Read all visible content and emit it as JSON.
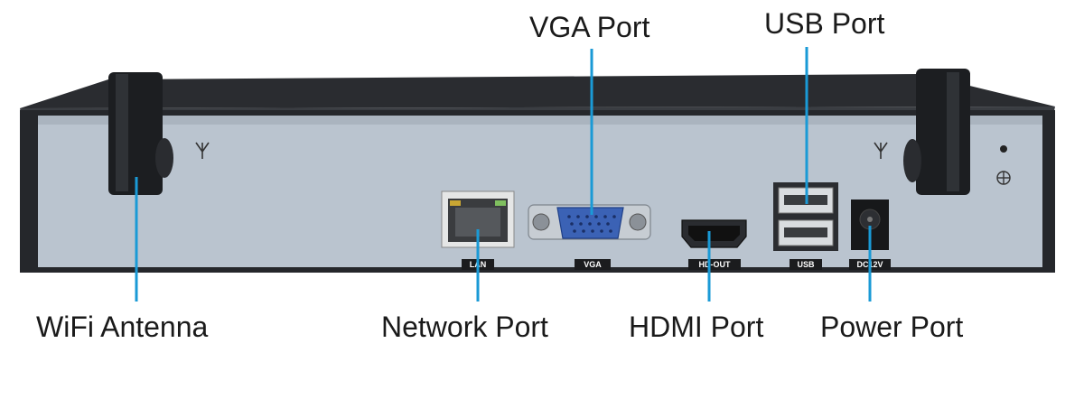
{
  "labels": {
    "vga": "VGA Port",
    "usb": "USB Port",
    "wifi": "WiFi Antenna",
    "network": "Network Port",
    "hdmi": "HDMI Port",
    "power": "Power Port"
  },
  "port_tags": {
    "lan": "LAN",
    "vga": "VGA",
    "hdmi": "HD-OUT",
    "usb": "USB",
    "dc": "DC12V"
  },
  "colors": {
    "leader": "#1a9ad6",
    "panel": "#b9c3ce",
    "chassis": "#2b2d31",
    "antenna": "#202225"
  }
}
